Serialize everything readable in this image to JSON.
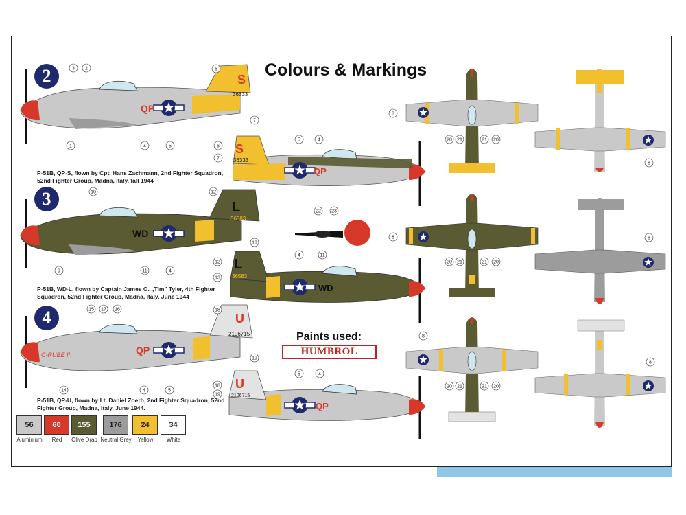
{
  "title": "Colours & Markings",
  "schemes": [
    {
      "number": "2",
      "caption_line1": "P-51B, QP-S, flown by Cpt. Hans Zachmann, 2nd Fighter Squadron,",
      "caption_line2": "52nd Fighter Group, Madna, Italy, fall 1944",
      "code": "QP",
      "tail_letter": "S",
      "serial": "36333"
    },
    {
      "number": "3",
      "caption_line1": "P-51B, WD-L, flown by Captain James O. „Tim\" Tyler, 4th Fighter",
      "caption_line2": "Squadron, 52nd Fighter Group, Madna, Italy, June 1944",
      "code": "WD",
      "tail_letter": "L",
      "serial": "36583"
    },
    {
      "number": "4",
      "caption_line1": "P-51B, QP-U, flown by Lt. Daniel Zoerb, 2nd Fighter Squadron, 52nd",
      "caption_line2": "Fighter Group, Madna, Italy, June 1944.",
      "code": "QP",
      "tail_letter": "U",
      "serial": "2106715",
      "nose_text": "C-RUBE II"
    }
  ],
  "paints_title": "Paints used:",
  "brand": "HUMBROL",
  "paints": [
    {
      "num": "56",
      "name": "Aluminium",
      "color": "#c9c9c9",
      "text_color": "#222"
    },
    {
      "num": "60",
      "name": "Red",
      "color": "#d6392a",
      "text_color": "#fff"
    },
    {
      "num": "155",
      "name": "Olive Drab",
      "color": "#5a5a33",
      "text_color": "#fff"
    },
    {
      "num": "176",
      "name": "Neutral Grey",
      "color": "#9c9c9c",
      "text_color": "#222"
    },
    {
      "num": "24",
      "name": "Yellow",
      "color": "#f2bf2e",
      "text_color": "#222"
    },
    {
      "num": "34",
      "name": "White",
      "color": "#ffffff",
      "text_color": "#222"
    }
  ],
  "callouts": [
    "1",
    "2",
    "3",
    "4",
    "5",
    "6",
    "7",
    "8",
    "9",
    "10",
    "11",
    "12",
    "13",
    "14",
    "15",
    "16",
    "17",
    "18",
    "19",
    "20",
    "21",
    "22",
    "23"
  ],
  "colors": {
    "aluminium": "#c9c9c9",
    "red": "#d6392a",
    "olive": "#5a5a33",
    "grey": "#9c9c9c",
    "yellow": "#f2bf2e",
    "navy": "#1f2a6e",
    "accent_blue": "#8fc7e6"
  }
}
